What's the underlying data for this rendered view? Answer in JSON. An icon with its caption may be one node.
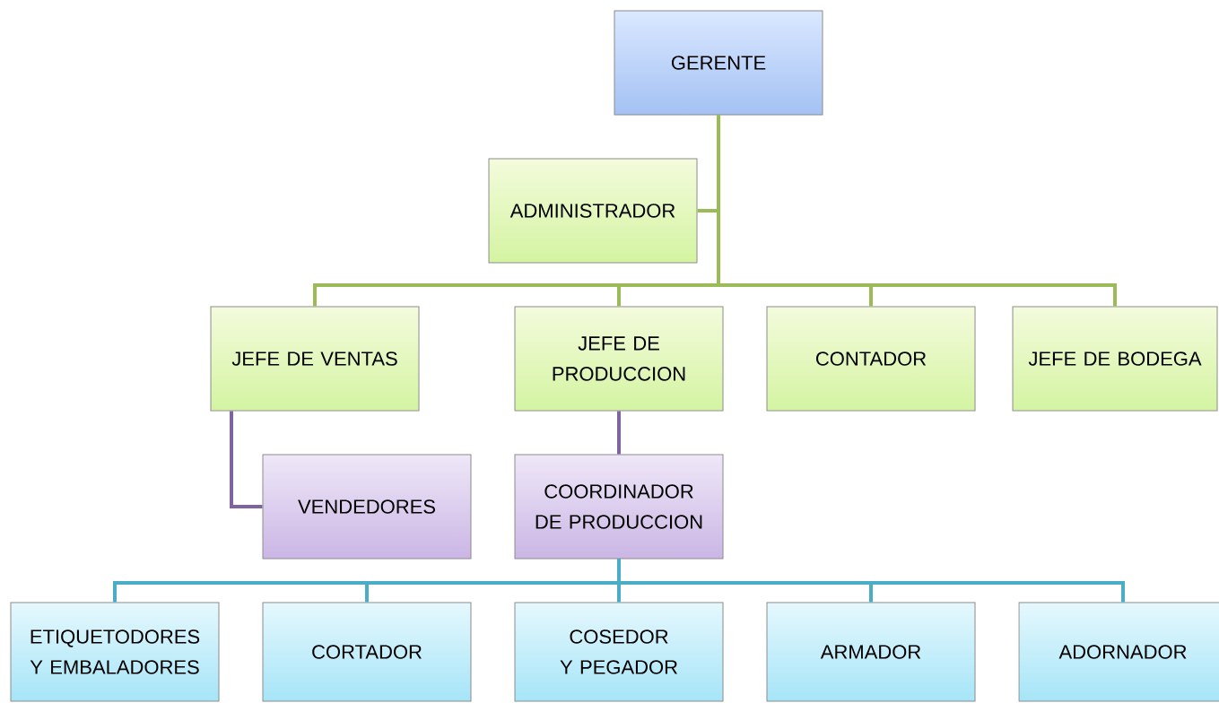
{
  "diagram": {
    "nodes": [
      {
        "text": [
          "GERENTE"
        ]
      },
      {
        "text": [
          "ADMINISTRADOR"
        ]
      },
      {
        "text": [
          "JEFE DE VENTAS"
        ]
      },
      {
        "text": [
          "JEFE DE PRODUCCION"
        ]
      },
      {
        "text": [
          "CONTADOR"
        ]
      },
      {
        "text": [
          "JEFE DE BODEGA"
        ]
      },
      {
        "text": [
          "VENDEDORES"
        ]
      },
      {
        "text": [
          "COORDINADOR DE PRODUCCION"
        ]
      },
      {
        "text": [
          "ETIQUETODORES Y EMBALADORES"
        ]
      },
      {
        "text": [
          "CORTADOR"
        ]
      },
      {
        "text": [
          "COSEDOR Y PEGADOR"
        ]
      },
      {
        "text": [
          "ARMADOR"
        ]
      },
      {
        "text": [
          "ADORNADOR"
        ]
      }
    ],
    "edges": [
      {
        "from": 0,
        "to": 1,
        "arrow": "none",
        "color": "#9bbb59"
      },
      {
        "from": 0,
        "to": 2,
        "arrow": "none",
        "color": "#9bbb59"
      },
      {
        "from": 0,
        "to": 3,
        "arrow": "none",
        "color": "#9bbb59"
      },
      {
        "from": 0,
        "to": 4,
        "arrow": "none",
        "color": "#9bbb59"
      },
      {
        "from": 0,
        "to": 5,
        "arrow": "none",
        "color": "#9bbb59"
      },
      {
        "from": 2,
        "to": 6,
        "arrow": "none",
        "color": "#8064a2"
      },
      {
        "from": 3,
        "to": 7,
        "arrow": "none",
        "color": "#8064a2"
      },
      {
        "from": 7,
        "to": 8,
        "arrow": "none",
        "color": "#4bacc6"
      },
      {
        "from": 7,
        "to": 9,
        "arrow": "none",
        "color": "#4bacc6"
      },
      {
        "from": 7,
        "to": 10,
        "arrow": "none",
        "color": "#4bacc6"
      },
      {
        "from": 7,
        "to": 11,
        "arrow": "none",
        "color": "#4bacc6"
      },
      {
        "from": 7,
        "to": 12,
        "arrow": "none",
        "color": "#4bacc6"
      }
    ]
  }
}
